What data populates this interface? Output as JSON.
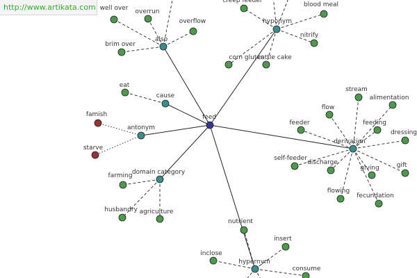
{
  "site_url": "http://www.artikata.com",
  "colors": {
    "center": "#333399",
    "relation": "#3d8c8c",
    "term": "#4d9a4d",
    "antonym_term": "#993333",
    "edge": "#222222"
  },
  "graph": {
    "nodes": [
      {
        "id": "feed",
        "label": "feed",
        "kind": "center"
      },
      {
        "id": "also",
        "label": "also",
        "kind": "relation"
      },
      {
        "id": "hyponym",
        "label": "hyponym",
        "kind": "relation"
      },
      {
        "id": "cause",
        "label": "cause",
        "kind": "relation"
      },
      {
        "id": "antonym",
        "label": "antonym",
        "kind": "relation"
      },
      {
        "id": "domain_category",
        "label": "domain category",
        "kind": "relation"
      },
      {
        "id": "derivation",
        "label": "derivation",
        "kind": "relation"
      },
      {
        "id": "hypernym",
        "label": "hypernym",
        "kind": "relation"
      },
      {
        "id": "well_over",
        "label": "well over",
        "kind": "term"
      },
      {
        "id": "overrun",
        "label": "overrun",
        "kind": "term"
      },
      {
        "id": "overflow",
        "label": "overflow",
        "kind": "term"
      },
      {
        "id": "brim_over",
        "label": "brim over",
        "kind": "term"
      },
      {
        "id": "creep_feeder",
        "label": "creep feeder",
        "kind": "term"
      },
      {
        "id": "blood_meal",
        "label": "blood meal",
        "kind": "term"
      },
      {
        "id": "nitrify",
        "label": "nitrify",
        "kind": "term"
      },
      {
        "id": "corn_gluten",
        "label": "corn gluten",
        "kind": "term"
      },
      {
        "id": "cattle_cake",
        "label": "cattle cake",
        "kind": "term"
      },
      {
        "id": "eat",
        "label": "eat",
        "kind": "term"
      },
      {
        "id": "famish",
        "label": "famish",
        "kind": "antonym_term"
      },
      {
        "id": "starve",
        "label": "starve",
        "kind": "antonym_term"
      },
      {
        "id": "farming",
        "label": "farming",
        "kind": "term"
      },
      {
        "id": "husbandry",
        "label": "husbandry",
        "kind": "term"
      },
      {
        "id": "agriculture",
        "label": "agriculture",
        "kind": "term"
      },
      {
        "id": "stream",
        "label": "stream",
        "kind": "term"
      },
      {
        "id": "alimentation",
        "label": "alimentation",
        "kind": "term"
      },
      {
        "id": "flow",
        "label": "flow",
        "kind": "term"
      },
      {
        "id": "feeder",
        "label": "feeder",
        "kind": "term"
      },
      {
        "id": "feeding",
        "label": "feeding",
        "kind": "term"
      },
      {
        "id": "dressing",
        "label": "dressing",
        "kind": "term"
      },
      {
        "id": "self_feeder",
        "label": "self-feeder",
        "kind": "term"
      },
      {
        "id": "discharge",
        "label": "discharge",
        "kind": "term"
      },
      {
        "id": "giving",
        "label": "giving",
        "kind": "term"
      },
      {
        "id": "gift",
        "label": "gift",
        "kind": "term"
      },
      {
        "id": "flowing",
        "label": "flowing",
        "kind": "term"
      },
      {
        "id": "fecundation",
        "label": "fecundation",
        "kind": "term"
      },
      {
        "id": "nutrient",
        "label": "nutrient",
        "kind": "term"
      },
      {
        "id": "insert",
        "label": "insert",
        "kind": "term"
      },
      {
        "id": "inclose",
        "label": "inclose",
        "kind": "term"
      },
      {
        "id": "consume",
        "label": "consume",
        "kind": "term"
      }
    ],
    "edges": [
      {
        "from": "feed",
        "to": "also",
        "style": "solid"
      },
      {
        "from": "feed",
        "to": "hyponym",
        "style": "solid"
      },
      {
        "from": "feed",
        "to": "cause",
        "style": "solid"
      },
      {
        "from": "feed",
        "to": "antonym",
        "style": "solid"
      },
      {
        "from": "feed",
        "to": "domain_category",
        "style": "solid"
      },
      {
        "from": "feed",
        "to": "derivation",
        "style": "solid"
      },
      {
        "from": "feed",
        "to": "hypernym",
        "style": "solid"
      },
      {
        "from": "also",
        "to": "well_over",
        "style": "dashed"
      },
      {
        "from": "also",
        "to": "overrun",
        "style": "dashed"
      },
      {
        "from": "also",
        "to": "overflow",
        "style": "dashed"
      },
      {
        "from": "also",
        "to": "brim_over",
        "style": "dashed"
      },
      {
        "from": "also",
        "to": "also_up",
        "style": "dashed"
      },
      {
        "from": "hyponym",
        "to": "creep_feeder",
        "style": "dashed"
      },
      {
        "from": "hyponym",
        "to": "blood_meal",
        "style": "dashed"
      },
      {
        "from": "hyponym",
        "to": "nitrify",
        "style": "dashed"
      },
      {
        "from": "hyponym",
        "to": "corn_gluten",
        "style": "dashed"
      },
      {
        "from": "hyponym",
        "to": "cattle_cake",
        "style": "dashed"
      },
      {
        "from": "hyponym",
        "to": "hyp_up1",
        "style": "dashed"
      },
      {
        "from": "hyponym",
        "to": "hyp_up2",
        "style": "dashed"
      },
      {
        "from": "cause",
        "to": "eat",
        "style": "dashed"
      },
      {
        "from": "antonym",
        "to": "famish",
        "style": "dotted"
      },
      {
        "from": "antonym",
        "to": "starve",
        "style": "dotted"
      },
      {
        "from": "domain_category",
        "to": "farming",
        "style": "dashed"
      },
      {
        "from": "domain_category",
        "to": "husbandry",
        "style": "dashed"
      },
      {
        "from": "domain_category",
        "to": "agriculture",
        "style": "dashed"
      },
      {
        "from": "derivation",
        "to": "stream",
        "style": "dashed"
      },
      {
        "from": "derivation",
        "to": "alimentation",
        "style": "dashed"
      },
      {
        "from": "derivation",
        "to": "flow",
        "style": "dashed"
      },
      {
        "from": "derivation",
        "to": "feeder",
        "style": "dashed"
      },
      {
        "from": "derivation",
        "to": "feeding",
        "style": "dashed"
      },
      {
        "from": "derivation",
        "to": "dressing",
        "style": "dashed"
      },
      {
        "from": "derivation",
        "to": "self_feeder",
        "style": "dashed"
      },
      {
        "from": "derivation",
        "to": "discharge",
        "style": "dashed"
      },
      {
        "from": "derivation",
        "to": "giving",
        "style": "dashed"
      },
      {
        "from": "derivation",
        "to": "gift",
        "style": "dashed"
      },
      {
        "from": "derivation",
        "to": "flowing",
        "style": "dashed"
      },
      {
        "from": "derivation",
        "to": "fecundation",
        "style": "dashed"
      },
      {
        "from": "hypernym",
        "to": "nutrient",
        "style": "dashed"
      },
      {
        "from": "hypernym",
        "to": "insert",
        "style": "dashed"
      },
      {
        "from": "hypernym",
        "to": "inclose",
        "style": "dashed"
      },
      {
        "from": "hypernym",
        "to": "consume",
        "style": "dashed"
      },
      {
        "from": "hypernym",
        "to": "hyper_down1",
        "style": "dashed"
      },
      {
        "from": "hypernym",
        "to": "hyper_down2",
        "style": "dashed"
      }
    ]
  }
}
